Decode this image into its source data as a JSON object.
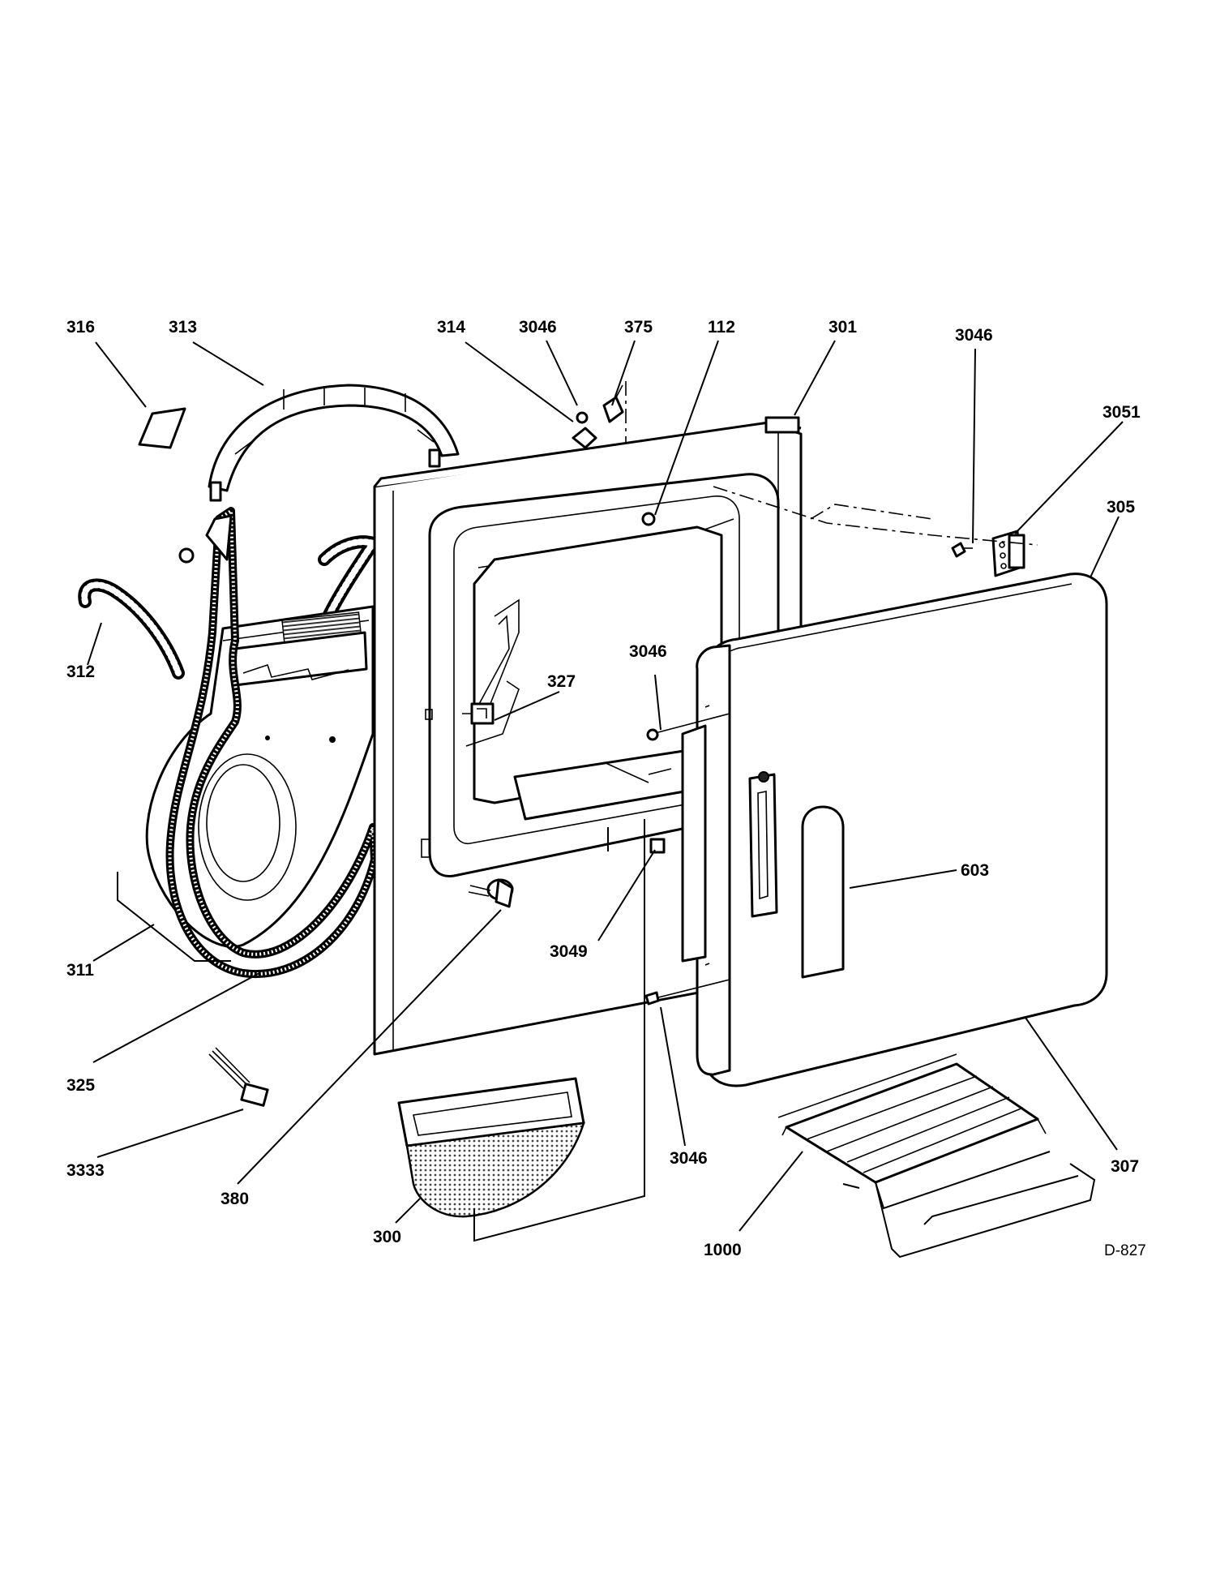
{
  "callouts": [
    {
      "id": "316"
    },
    {
      "id": "313"
    },
    {
      "id": "314"
    },
    {
      "id": "3046"
    },
    {
      "id": "375"
    },
    {
      "id": "112"
    },
    {
      "id": "301"
    },
    {
      "id": "3046"
    },
    {
      "id": "3051"
    },
    {
      "id": "305"
    },
    {
      "id": "312"
    },
    {
      "id": "3046"
    },
    {
      "id": "327"
    },
    {
      "id": "603"
    },
    {
      "id": "3049"
    },
    {
      "id": "311"
    },
    {
      "id": "325"
    },
    {
      "id": "3046"
    },
    {
      "id": "307"
    },
    {
      "id": "3333"
    },
    {
      "id": "380"
    },
    {
      "id": "300"
    },
    {
      "id": "1000"
    }
  ],
  "drawing_id": "D-827"
}
